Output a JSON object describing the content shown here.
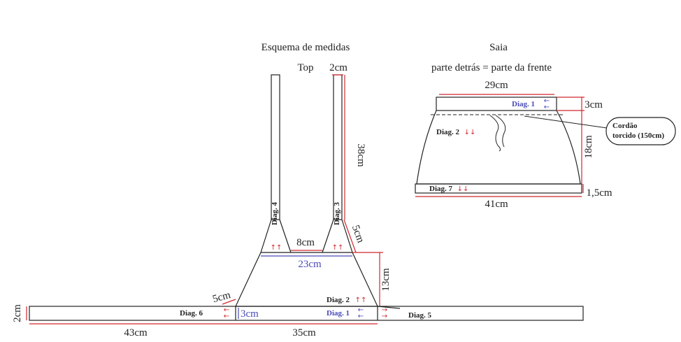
{
  "top": {
    "title": "Esquema de medidas",
    "subtitle": "Top",
    "strap_width": "2cm",
    "strap_length": "38cm",
    "neck_gap": "8cm",
    "strap_slope": "5cm",
    "base_width": "23cm",
    "cup_height": "13cm",
    "band_left_slope": "5cm",
    "band_height_small": "3cm",
    "band_height": "2cm",
    "band_left_length": "43cm",
    "band_center_length": "35cm",
    "diag1": "Diag. 1",
    "diag2": "Diag. 2",
    "diag3": "Diag. 3",
    "diag4": "Diag. 4",
    "diag5": "Diag. 5",
    "diag6": "Diag. 6"
  },
  "saia": {
    "title": "Saia",
    "subtitle": "parte detrás = parte da frente",
    "top_width": "29cm",
    "waist_height": "3cm",
    "body_height": "18cm",
    "hem_height": "1,5cm",
    "bottom_width": "41cm",
    "cord_label_1": "Cordão",
    "cord_label_2": "torcido (150cm)",
    "diag1": "Diag. 1",
    "diag2": "Diag. 2",
    "diag7": "Diag. 7"
  },
  "arrows": {
    "up_red": "↑↑",
    "down_red": "↓↓",
    "left_blue": "←",
    "right_red": "→"
  },
  "colors": {
    "measure_red": "#d0282e",
    "measure_blue": "#4a4ab8",
    "outline": "#222222"
  }
}
